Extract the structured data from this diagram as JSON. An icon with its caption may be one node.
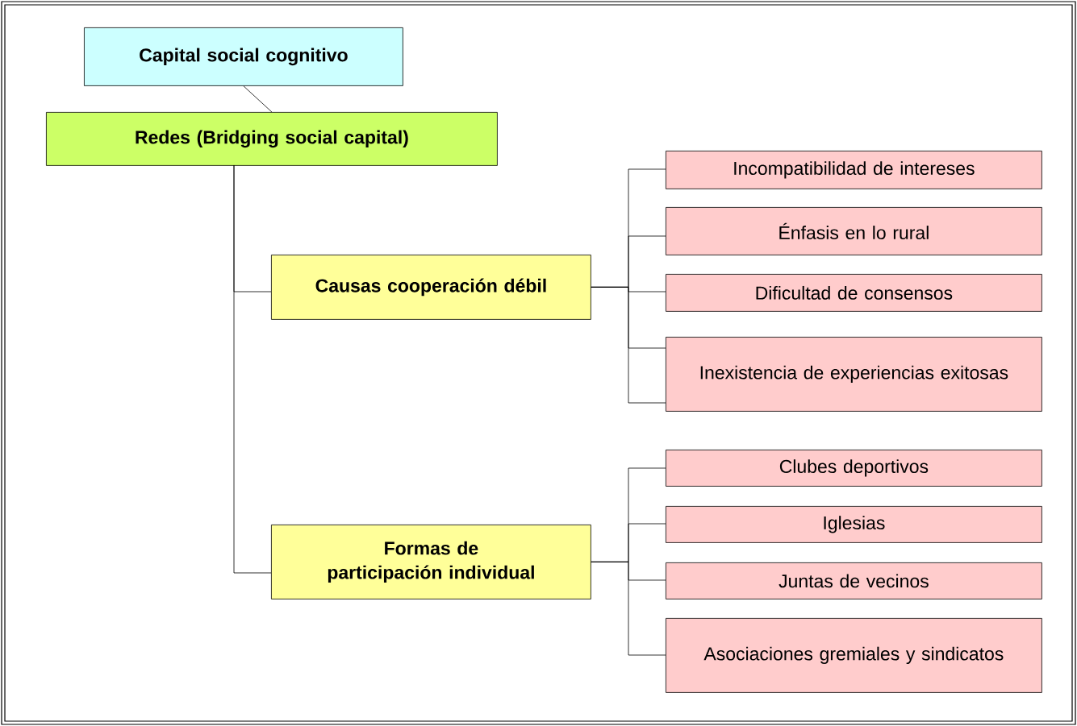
{
  "diagram": {
    "nodes": [
      {
        "text": [
          "Capital social cognitivo"
        ]
      },
      {
        "text": [
          "Redes (Bridging social capital)"
        ]
      },
      {
        "text": [
          "Causas cooperación débil"
        ]
      },
      {
        "text": [
          "Formas de participación individual"
        ]
      },
      {
        "text": [
          "Incompatibilidad de intereses"
        ]
      },
      {
        "text": [
          "Énfasis en lo rural"
        ]
      },
      {
        "text": [
          "Dificultad de consensos"
        ]
      },
      {
        "text": [
          "Inexistencia de experiencias exitosas"
        ]
      },
      {
        "text": [
          "Clubes deportivos"
        ]
      },
      {
        "text": [
          "Iglesias"
        ]
      },
      {
        "text": [
          "Juntas de vecinos"
        ]
      },
      {
        "text": [
          "Asociaciones gremiales y sindicatos"
        ]
      }
    ],
    "edges": [
      {
        "from": 0,
        "to": 1,
        "arrow": "none"
      },
      {
        "from": 1,
        "to": 2,
        "arrow": "none"
      },
      {
        "from": 1,
        "to": 3,
        "arrow": "none"
      },
      {
        "from": 2,
        "to": 4,
        "arrow": "none"
      },
      {
        "from": 2,
        "to": 5,
        "arrow": "none"
      },
      {
        "from": 2,
        "to": 6,
        "arrow": "none"
      },
      {
        "from": 2,
        "to": 7,
        "arrow": "none"
      },
      {
        "from": 2,
        "to": 7,
        "arrow": "none"
      },
      {
        "from": 3,
        "to": 8,
        "arrow": "none"
      },
      {
        "from": 3,
        "to": 9,
        "arrow": "none"
      },
      {
        "from": 3,
        "to": 10,
        "arrow": "none"
      },
      {
        "from": 3,
        "to": 11,
        "arrow": "none"
      }
    ]
  }
}
